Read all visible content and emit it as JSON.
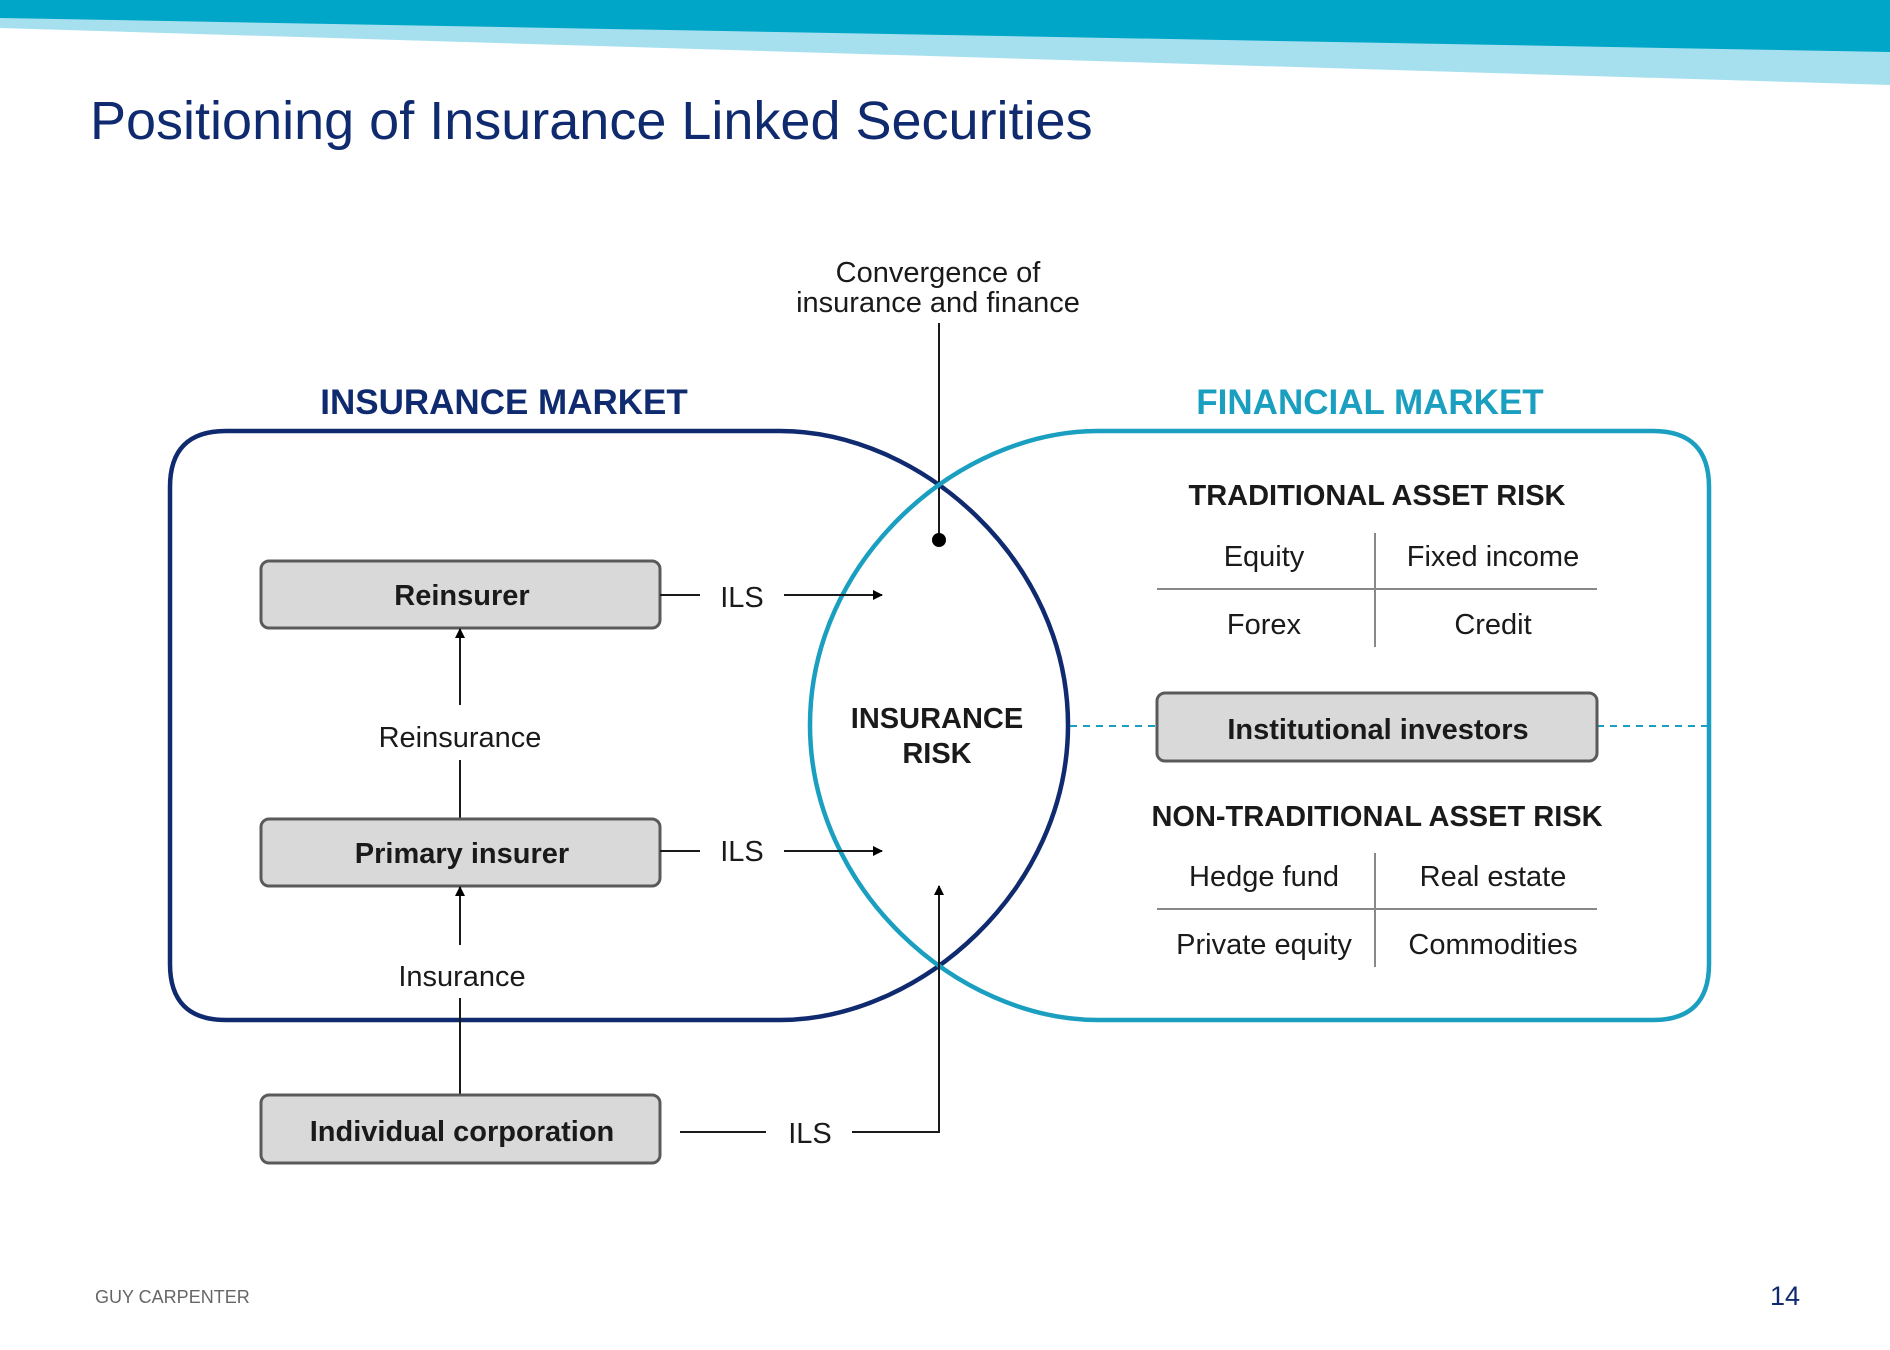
{
  "title": "Positioning of Insurance Linked Securities",
  "colors": {
    "navy": "#0f2a6e",
    "teal": "#1a9fc0",
    "banner_dark": "#00a6c8",
    "banner_light": "#a6e0ef",
    "box_fill": "#d9d9d9"
  },
  "convergence_label": [
    "Convergence of",
    "insurance and finance"
  ],
  "insurance_market": {
    "heading": "INSURANCE MARKET",
    "reinsurer": "Reinsurer",
    "reinsurance": "Reinsurance",
    "primary_insurer": "Primary insurer",
    "insurance": "Insurance"
  },
  "individual_corporation": "Individual corporation",
  "ils_labels": [
    "ILS",
    "ILS",
    "ILS"
  ],
  "insurance_risk": [
    "INSURANCE",
    "RISK"
  ],
  "financial_market": {
    "heading": "FINANCIAL MARKET",
    "traditional_heading": "TRADITIONAL ASSET RISK",
    "traditional_cells": [
      "Equity",
      "Fixed income",
      "Forex",
      "Credit"
    ],
    "institutional_investors": "Institutional investors",
    "non_traditional_heading": "NON-TRADITIONAL ASSET RISK",
    "non_traditional_cells": [
      "Hedge fund",
      "Real estate",
      "Private equity",
      "Commodities"
    ]
  },
  "footer": {
    "company": "GUY CARPENTER",
    "page": "14"
  }
}
